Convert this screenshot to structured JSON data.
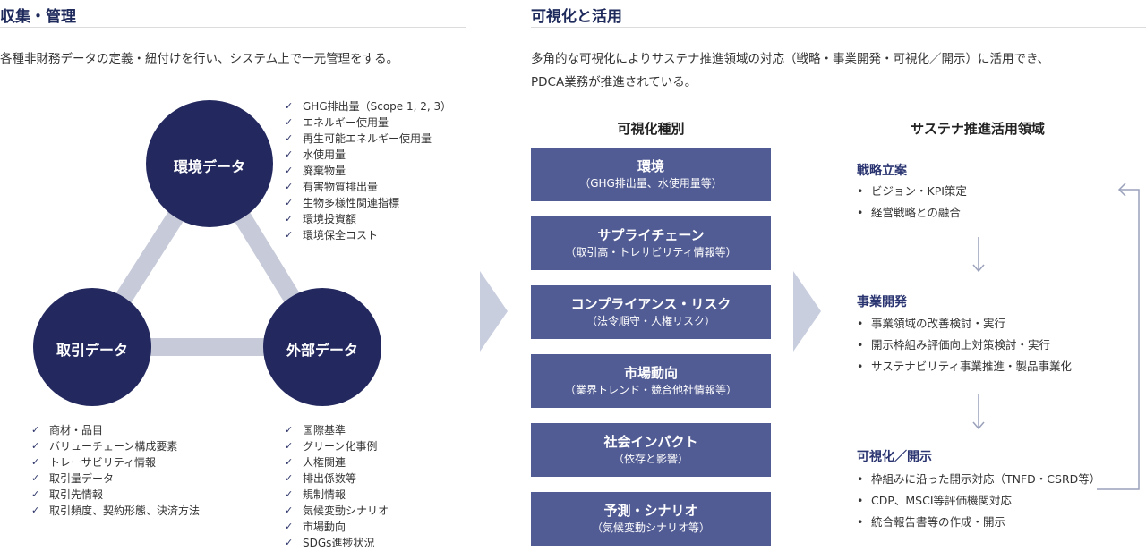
{
  "left": {
    "title": "収集・管理",
    "description": "各種非財務データの定義・紐付けを行い、システム上で一元管理をする。",
    "circles": {
      "env": "環境データ",
      "trade": "取引データ",
      "external": "外部データ"
    },
    "env_items": [
      "GHG排出量（Scope 1, 2, 3）",
      "エネルギー使用量",
      "再生可能エネルギー使用量",
      "水使用量",
      "廃棄物量",
      "有害物質排出量",
      "生物多様性関連指標",
      "環境投資額",
      "環境保全コスト"
    ],
    "trade_items": [
      "商材・品目",
      "バリューチェーン構成要素",
      "トレーサビリティ情報",
      "取引量データ",
      "取引先情報",
      "取引頻度、契約形態、決済方法"
    ],
    "external_items": [
      "国際基準",
      "グリーン化事例",
      "人権関連",
      "排出係数等",
      "規制情報",
      "気候変動シナリオ",
      "市場動向",
      "SDGs進捗状況"
    ]
  },
  "right": {
    "title": "可視化と活用",
    "description_line1": "多角的な可視化によりサステナ推進領域の対応（戦略・事業開発・可視化／開示）に活用でき、",
    "description_line2": "PDCA業務が推進されている。",
    "types_heading": "可視化種別",
    "types": [
      {
        "name": "環境",
        "sub": "（GHG排出量、水使用量等）"
      },
      {
        "name": "サプライチェーン",
        "sub": "（取引高・トレサビリティ情報等）"
      },
      {
        "name": "コンプライアンス・リスク",
        "sub": "（法令順守・人権リスク）"
      },
      {
        "name": "市場動向",
        "sub": "（業界トレンド・競合他社情報等）"
      },
      {
        "name": "社会インパクト",
        "sub": "（依存と影響）"
      },
      {
        "name": "予測・シナリオ",
        "sub": "（気候変動シナリオ等）"
      }
    ],
    "areas_heading": "サステナ推進活用領域",
    "areas": [
      {
        "title": "戦略立案",
        "items": [
          "ビジョン・KPI策定",
          "経営戦略との融合"
        ]
      },
      {
        "title": "事業開発",
        "items": [
          "事業領域の改善検討・実行",
          "開示枠組み評価向上対策検討・実行",
          "サステナビリティ事業推進・製品事業化"
        ]
      },
      {
        "title": "可視化／開示",
        "items": [
          "枠組みに沿った開示対応（TNFD・CSRD等）",
          "CDP、MSCI等評価機関対応",
          "統合報告書等の作成・開示"
        ]
      }
    ]
  },
  "colors": {
    "navy": "#23295f",
    "box": "#525c94",
    "connector": "#c6cad9",
    "arrow": "#c9cedf"
  },
  "icons": {
    "check": "check-icon",
    "chevron": "chevron-right-icon",
    "down": "arrow-down-icon",
    "loop": "loop-arrow-icon"
  }
}
